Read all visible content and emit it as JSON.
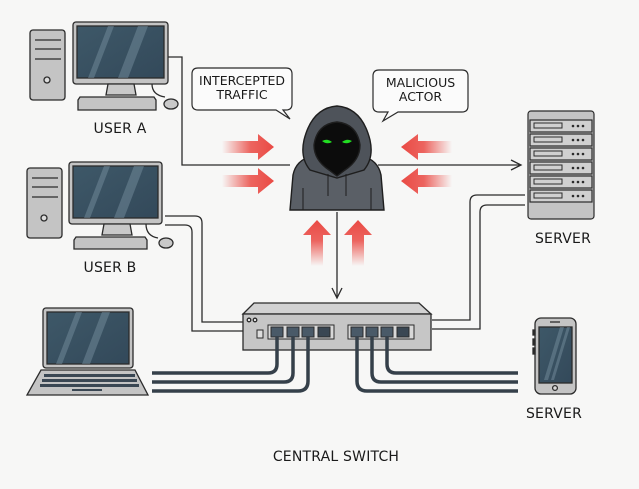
{
  "title": "Man-in-the-middle network interception diagram",
  "nodes": {
    "user_a": {
      "label": "USER A",
      "icon": "desktop-computer-icon"
    },
    "user_b": {
      "label": "USER B",
      "icon": "desktop-computer-icon"
    },
    "laptop": {
      "label": "",
      "icon": "laptop-icon"
    },
    "server_rack": {
      "label": "SERVER",
      "icon": "server-rack-icon"
    },
    "server_phone": {
      "label": "SERVER",
      "icon": "smartphone-icon"
    },
    "attacker": {
      "label": "MALICIOUS ACTOR",
      "icon": "hooded-hacker-icon"
    },
    "switch": {
      "label": "CENTRAL SWITCH",
      "icon": "network-switch-icon"
    }
  },
  "callouts": {
    "intercepted": {
      "line1": "INTERCEPTED",
      "line2": "TRAFFIC"
    },
    "malicious": {
      "line1": "MALICIOUS",
      "line2": "ACTOR"
    }
  },
  "colors": {
    "background": "#f7f7f6",
    "outline": "#2b2b2b",
    "device_gray": "#bdbdbd",
    "screen": "#3d5566",
    "hood": "#5a5f66",
    "eyes": "#22dd22",
    "traffic_arrow": "#ea4a44",
    "cable": "#35404a"
  }
}
